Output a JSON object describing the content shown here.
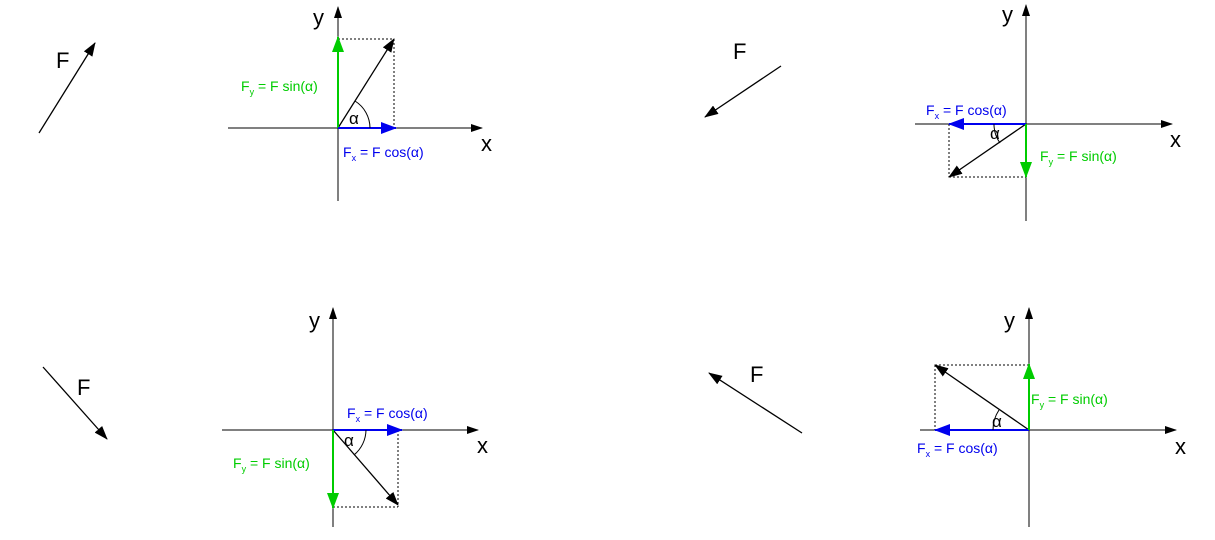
{
  "labels": {
    "force": "F",
    "x_axis": "x",
    "y_axis": "y",
    "angle": "α",
    "component_symbol": "F",
    "sub_x": "x",
    "sub_y": "y",
    "fx_rest": " = F cos(α)",
    "fy_rest": " = F sin(α)"
  },
  "colors": {
    "fx": "#0000ee",
    "fy": "#00cc00",
    "force": "#000000",
    "axes": "#000000"
  },
  "panels": [
    {
      "id": "top-left",
      "force_direction": "up-right",
      "fx_direction": "positive-x",
      "fy_direction": "positive-y"
    },
    {
      "id": "top-right",
      "force_direction": "down-left",
      "fx_direction": "negative-x",
      "fy_direction": "negative-y"
    },
    {
      "id": "bottom-left",
      "force_direction": "down-right",
      "fx_direction": "positive-x",
      "fy_direction": "negative-y"
    },
    {
      "id": "bottom-right",
      "force_direction": "up-left",
      "fx_direction": "negative-x",
      "fy_direction": "positive-y"
    }
  ]
}
